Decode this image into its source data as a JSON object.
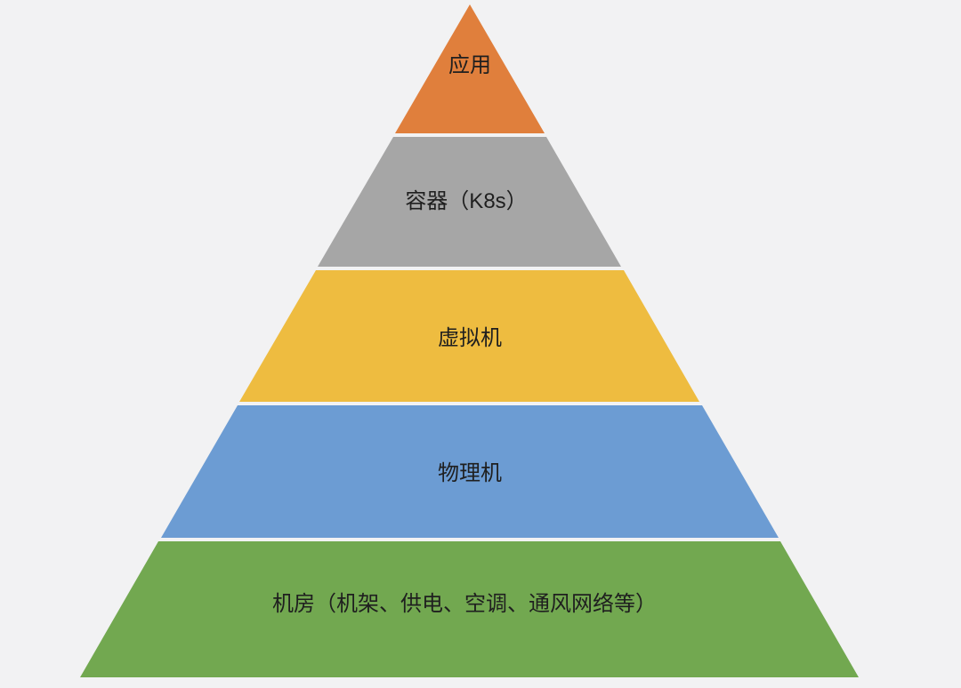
{
  "diagram": {
    "type": "pyramid",
    "description": "Cloud infrastructure stack pyramid, five layers from application at top to data-center facility at bottom",
    "background_color": "#f2f2f3",
    "label_color": "#1f1f1f",
    "layers": [
      {
        "label": "应用",
        "color": "#e07f3c",
        "position": "top"
      },
      {
        "label": "容器（K8s）",
        "color": "#a6a6a6",
        "position": "second"
      },
      {
        "label": "虚拟机",
        "color": "#eebc40",
        "position": "third"
      },
      {
        "label": "物理机",
        "color": "#6c9cd3",
        "position": "fourth"
      },
      {
        "label": "机房（机架、供电、空调、通风网络等）",
        "color": "#72a850",
        "position": "bottom"
      }
    ]
  }
}
